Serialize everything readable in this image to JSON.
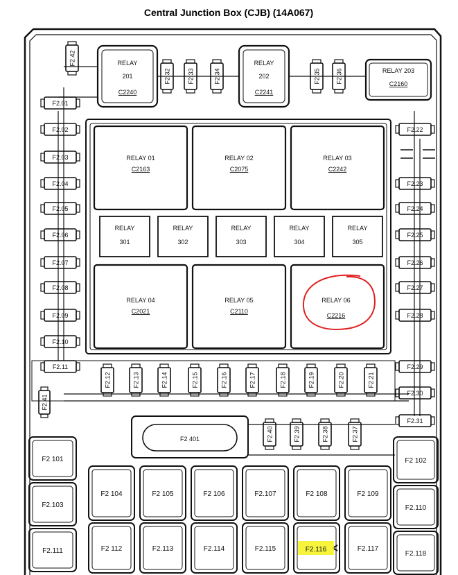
{
  "title": "Central Junction Box (CJB) (14A067)",
  "big_relays": [
    {
      "id": "r201",
      "l1": "RELAY",
      "l2": "201",
      "l3": "C2240"
    },
    {
      "id": "r202",
      "l1": "RELAY",
      "l2": "202",
      "l3": "C2241"
    },
    {
      "id": "r203",
      "l1": "RELAY 203",
      "l2": "",
      "l3": "C2160"
    }
  ],
  "center_relays": [
    {
      "id": "r01",
      "l1": "RELAY 01",
      "l2": "C2163"
    },
    {
      "id": "r02",
      "l1": "RELAY 02",
      "l2": "C2075"
    },
    {
      "id": "r03",
      "l1": "RELAY 03",
      "l2": "C2242"
    },
    {
      "id": "r04",
      "l1": "RELAY 04",
      "l2": "C2021"
    },
    {
      "id": "r05",
      "l1": "RELAY 05",
      "l2": "C2110"
    },
    {
      "id": "r06",
      "l1": "RELAY 06",
      "l2": "C2216"
    }
  ],
  "mini_relays": [
    {
      "l1": "RELAY",
      "l2": "301"
    },
    {
      "l1": "RELAY",
      "l2": "302"
    },
    {
      "l1": "RELAY",
      "l2": "303"
    },
    {
      "l1": "RELAY",
      "l2": "304"
    },
    {
      "l1": "RELAY",
      "l2": "305"
    }
  ],
  "top_fuses": [
    "F2.42",
    "F2.32",
    "F2.33",
    "F2.34",
    "F2.35",
    "F2.36"
  ],
  "left_fuses": [
    "F2.01",
    "F2.02",
    "F2.03",
    "F2.04",
    "F2.05",
    "F2.06",
    "F2.07",
    "F2.08",
    "F2.09",
    "F2.10",
    "F2.11"
  ],
  "right_fuses": [
    "F2.22",
    "F2.23",
    "F2.24",
    "F2.25",
    "F2.26",
    "F2.27",
    "F2.28",
    "F2.29",
    "F2.30",
    "F2.31"
  ],
  "row_fuses": [
    "F2.12",
    "F2.13",
    "F2.14",
    "F2.15",
    "F2.16",
    "F2.17",
    "F2.18",
    "F2.19",
    "F2.20",
    "F2.21"
  ],
  "side_fuse_41": "F2.41",
  "mid_fuses": [
    "F2.40",
    "F2.39",
    "F2.38",
    "F2.37"
  ],
  "maxi_401": "F2 401",
  "maxi_fuses": {
    "f101": "F2 101",
    "f102": "F2 102",
    "f103": "F2.103",
    "f104": "F2 104",
    "f105": "F2 105",
    "f106": "F2 106",
    "f107": "F2.107",
    "f108": "F2 108",
    "f109": "F2 109",
    "f110": "F2.110",
    "f111": "F2.111",
    "f112": "F2 112",
    "f113": "F2.113",
    "f114": "F2.114",
    "f115": "F2.115",
    "f116": "F2.116",
    "f117": "F2.117",
    "f118": "F2.118"
  },
  "colors": {
    "circle": "#e0201f",
    "highlight": "#f5f21a",
    "line": "#111111"
  }
}
